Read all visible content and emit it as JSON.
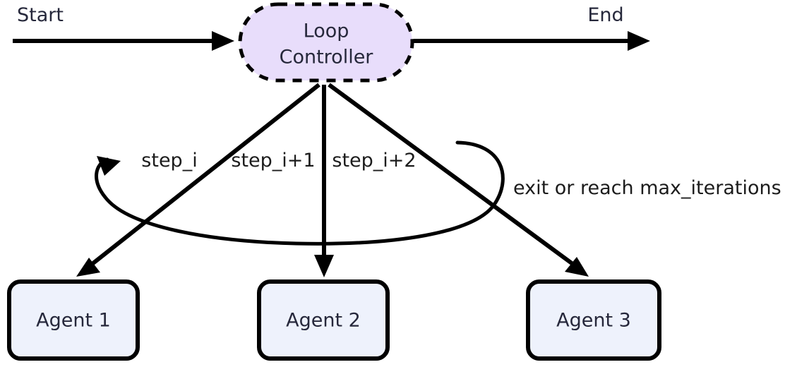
{
  "diagram": {
    "type": "flowchart",
    "title_visible": false,
    "background_color": "#ffffff",
    "endpoints": {
      "start_label": "Start",
      "end_label": "End"
    },
    "controller": {
      "label_line1": "Loop",
      "label_line2": "Controller",
      "fill_color": "#e8ddfb",
      "border_color": "#000000",
      "border_style": "dashed",
      "shape": "stadium"
    },
    "agents": [
      {
        "label": "Agent 1",
        "fill_color": "#eef2fc",
        "border_color": "#000000"
      },
      {
        "label": "Agent 2",
        "fill_color": "#eef2fc",
        "border_color": "#000000"
      },
      {
        "label": "Agent 3",
        "fill_color": "#eef2fc",
        "border_color": "#000000"
      }
    ],
    "step_labels": [
      "step_i",
      "step_i+1",
      "step_i+2"
    ],
    "feedback_label": "exit or reach max_iterations ?"
  }
}
